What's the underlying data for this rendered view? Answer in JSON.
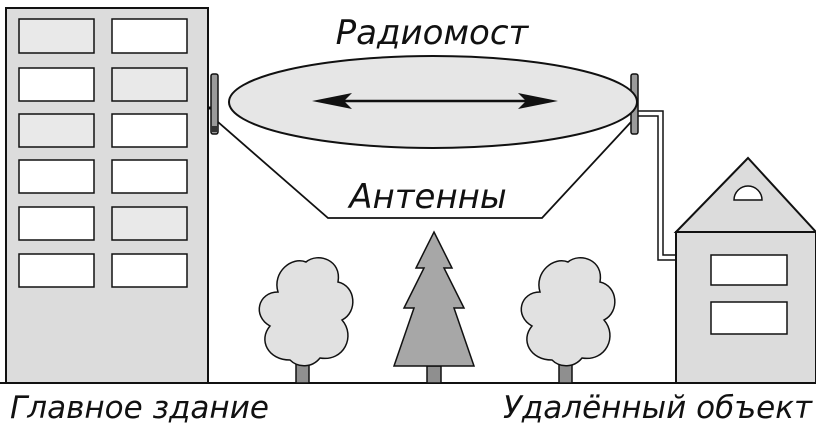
{
  "labels": {
    "bridge": "Радиомост",
    "antennas": "Антенны",
    "main_building": "Главное здание",
    "remote_site": "Удалённый объект"
  },
  "colors": {
    "building_fill": "#dcdcdc",
    "window_fill": "#ffffff",
    "window_shade": "#e9e9e9",
    "ellipse_fill": "#e6e6e6",
    "tree_light": "#e1e1e1",
    "tree_dark": "#a7a7a7",
    "trunk": "#8f8f8f",
    "stroke": "#111111"
  },
  "icons": {
    "arrow": "double-headed-arrow",
    "left_antenna": "panel-antenna-icon",
    "right_antenna": "panel-antenna-icon"
  }
}
